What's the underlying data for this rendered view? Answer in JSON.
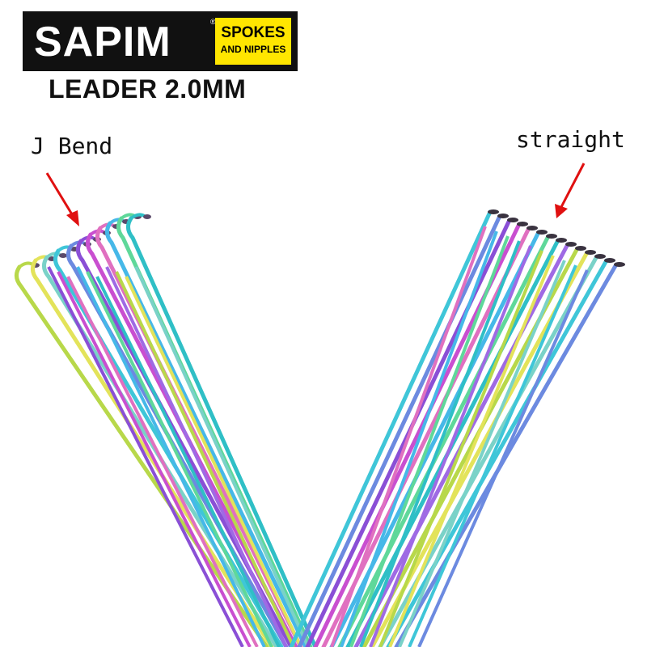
{
  "logo": {
    "brand": "SAPIM",
    "registered_mark": "®",
    "tag_line1": "SPOKES",
    "tag_line2": "AND NIPPLES",
    "colors": {
      "black": "#111111",
      "yellow": "#ffe600"
    }
  },
  "model": "LEADER 2.0MM",
  "labels": {
    "j_bend": "J Bend",
    "straight": "straight"
  },
  "colors": {
    "arrow": "#e01010"
  },
  "spoke_colors": [
    "#b8d84a",
    "#e3e35a",
    "#7ad2c8",
    "#3fc6d8",
    "#6c8ae0",
    "#8a4fd6",
    "#c94fd0",
    "#e070c0",
    "#46b8e8",
    "#5fd89a",
    "#2fbfc6",
    "#9f6ae4"
  ]
}
